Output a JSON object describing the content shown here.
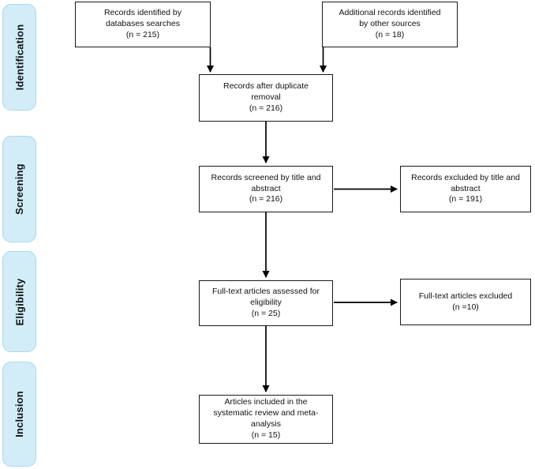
{
  "stages": [
    {
      "id": "identification",
      "label": "Identification"
    },
    {
      "id": "screening",
      "label": "Screening"
    },
    {
      "id": "eligibility",
      "label": "Eligibility"
    },
    {
      "id": "inclusion",
      "label": "Inclusion"
    }
  ],
  "flow_boxes": [
    {
      "id": "records-identified",
      "text": "Records identified by\ndatabases searches",
      "n_label": "(n = 215)",
      "n": 215
    },
    {
      "id": "additional-records",
      "text": "Additional records identified\nby other sources",
      "n_label": "(n = 18)",
      "n": 18
    },
    {
      "id": "duplicate-removal",
      "text": "Records after duplicate\nremoval",
      "n_label": "(n = 216)",
      "n": 216
    },
    {
      "id": "screened-title-abstract",
      "text": "Records screened by title and\nabstract",
      "n_label": "(n = 216)",
      "n": 216
    },
    {
      "id": "excluded-title-abstract",
      "text": "Records excluded by title and\nabstract",
      "n_label": "(n = 191)",
      "n": 191
    },
    {
      "id": "fulltext-assessed",
      "text": "Full-text articles assessed for\neligibility",
      "n_label": "(n = 25)",
      "n": 25
    },
    {
      "id": "fulltext-excluded",
      "text": "Full-text articles excluded",
      "n_label": "(n =10)",
      "n": 10
    },
    {
      "id": "articles-included",
      "text": "Articles included in the\nsystematic review and meta-\nanalysis",
      "n_label": "(n = 15)",
      "n": 15
    }
  ],
  "connectors": [
    {
      "from": "records-identified",
      "to": "duplicate-removal"
    },
    {
      "from": "additional-records",
      "to": "duplicate-removal"
    },
    {
      "from": "duplicate-removal",
      "to": "screened-title-abstract"
    },
    {
      "from": "screened-title-abstract",
      "to": "excluded-title-abstract"
    },
    {
      "from": "screened-title-abstract",
      "to": "fulltext-assessed"
    },
    {
      "from": "fulltext-assessed",
      "to": "fulltext-excluded"
    },
    {
      "from": "fulltext-assessed",
      "to": "articles-included"
    }
  ],
  "colors": {
    "stage_fill": "#d2edf8",
    "stage_border": "#abd9ea",
    "box_border": "#1a1a1a",
    "arrow": "#000000",
    "background": "#ffffff"
  }
}
